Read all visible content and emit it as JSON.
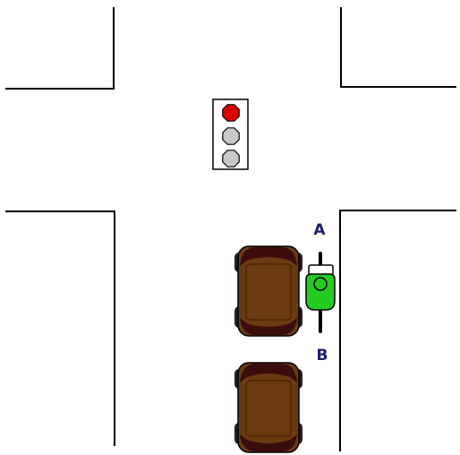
{
  "labels": {
    "point_a": "A",
    "point_b": "B"
  },
  "traffic_light": {
    "state": "red",
    "lamps": [
      "red",
      "off",
      "off"
    ]
  },
  "colors": {
    "background": "#ffffff",
    "road_line": "#000000",
    "light_red": "#dd0000",
    "light_off": "#c8c8c8",
    "car_body": "#6b3a10",
    "car_glass": "#3a0c0c",
    "car_wheel": "#222222",
    "motorcycle": "#22cc22",
    "label_text": "#1a1a6e"
  },
  "vehicles": [
    {
      "type": "car",
      "facing": "up"
    },
    {
      "type": "car",
      "facing": "up"
    },
    {
      "type": "motorcycle",
      "facing": "up"
    }
  ]
}
